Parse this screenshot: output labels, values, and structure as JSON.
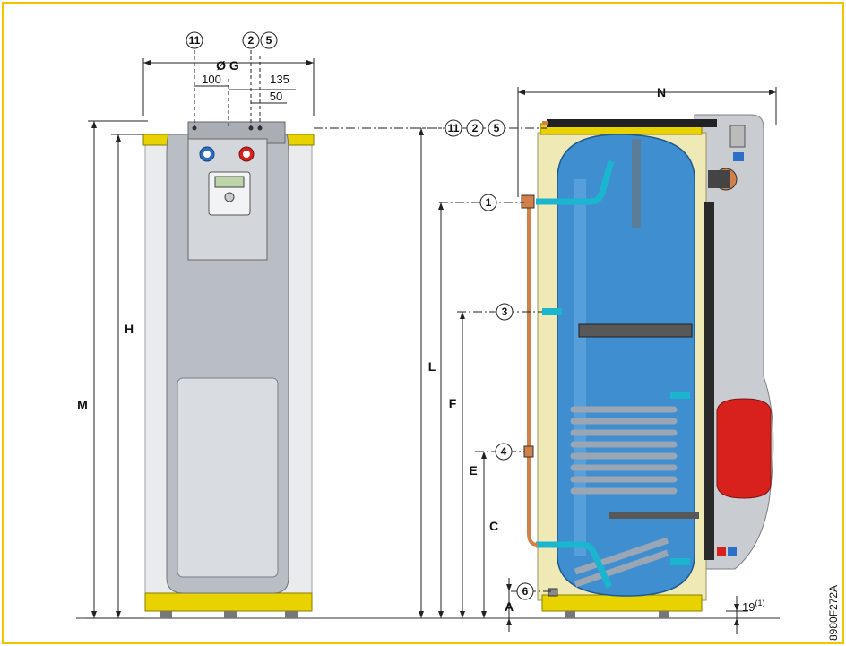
{
  "colors": {
    "frame": "#f5c400",
    "tank": "#3f8fd0",
    "insulation": "#efe9b6",
    "casing": "#c9ccd0",
    "yellow_trim": "#e8d200",
    "red_vessel": "#d8201c",
    "cyan_pipe": "#1ab6cf",
    "copper": "#d2804a"
  },
  "front_view": {
    "top_labels": {
      "n11": "11",
      "n2": "2",
      "n5": "5"
    },
    "diameter_label": "Ø G",
    "dim_100": "100",
    "dim_135": "135",
    "dim_50": "50",
    "label_H": "H",
    "label_M": "M"
  },
  "side_view": {
    "label_N": "N",
    "label_L": "L",
    "label_F": "F",
    "label_E": "E",
    "label_C": "C",
    "label_A": "A",
    "callouts": {
      "c11": "11",
      "c2": "2",
      "c5": "5",
      "c1": "1",
      "c3": "3",
      "c4": "4",
      "c6": "6"
    },
    "foot_dim": "19",
    "foot_note": "(1)"
  },
  "reference_code": "8980F272A"
}
